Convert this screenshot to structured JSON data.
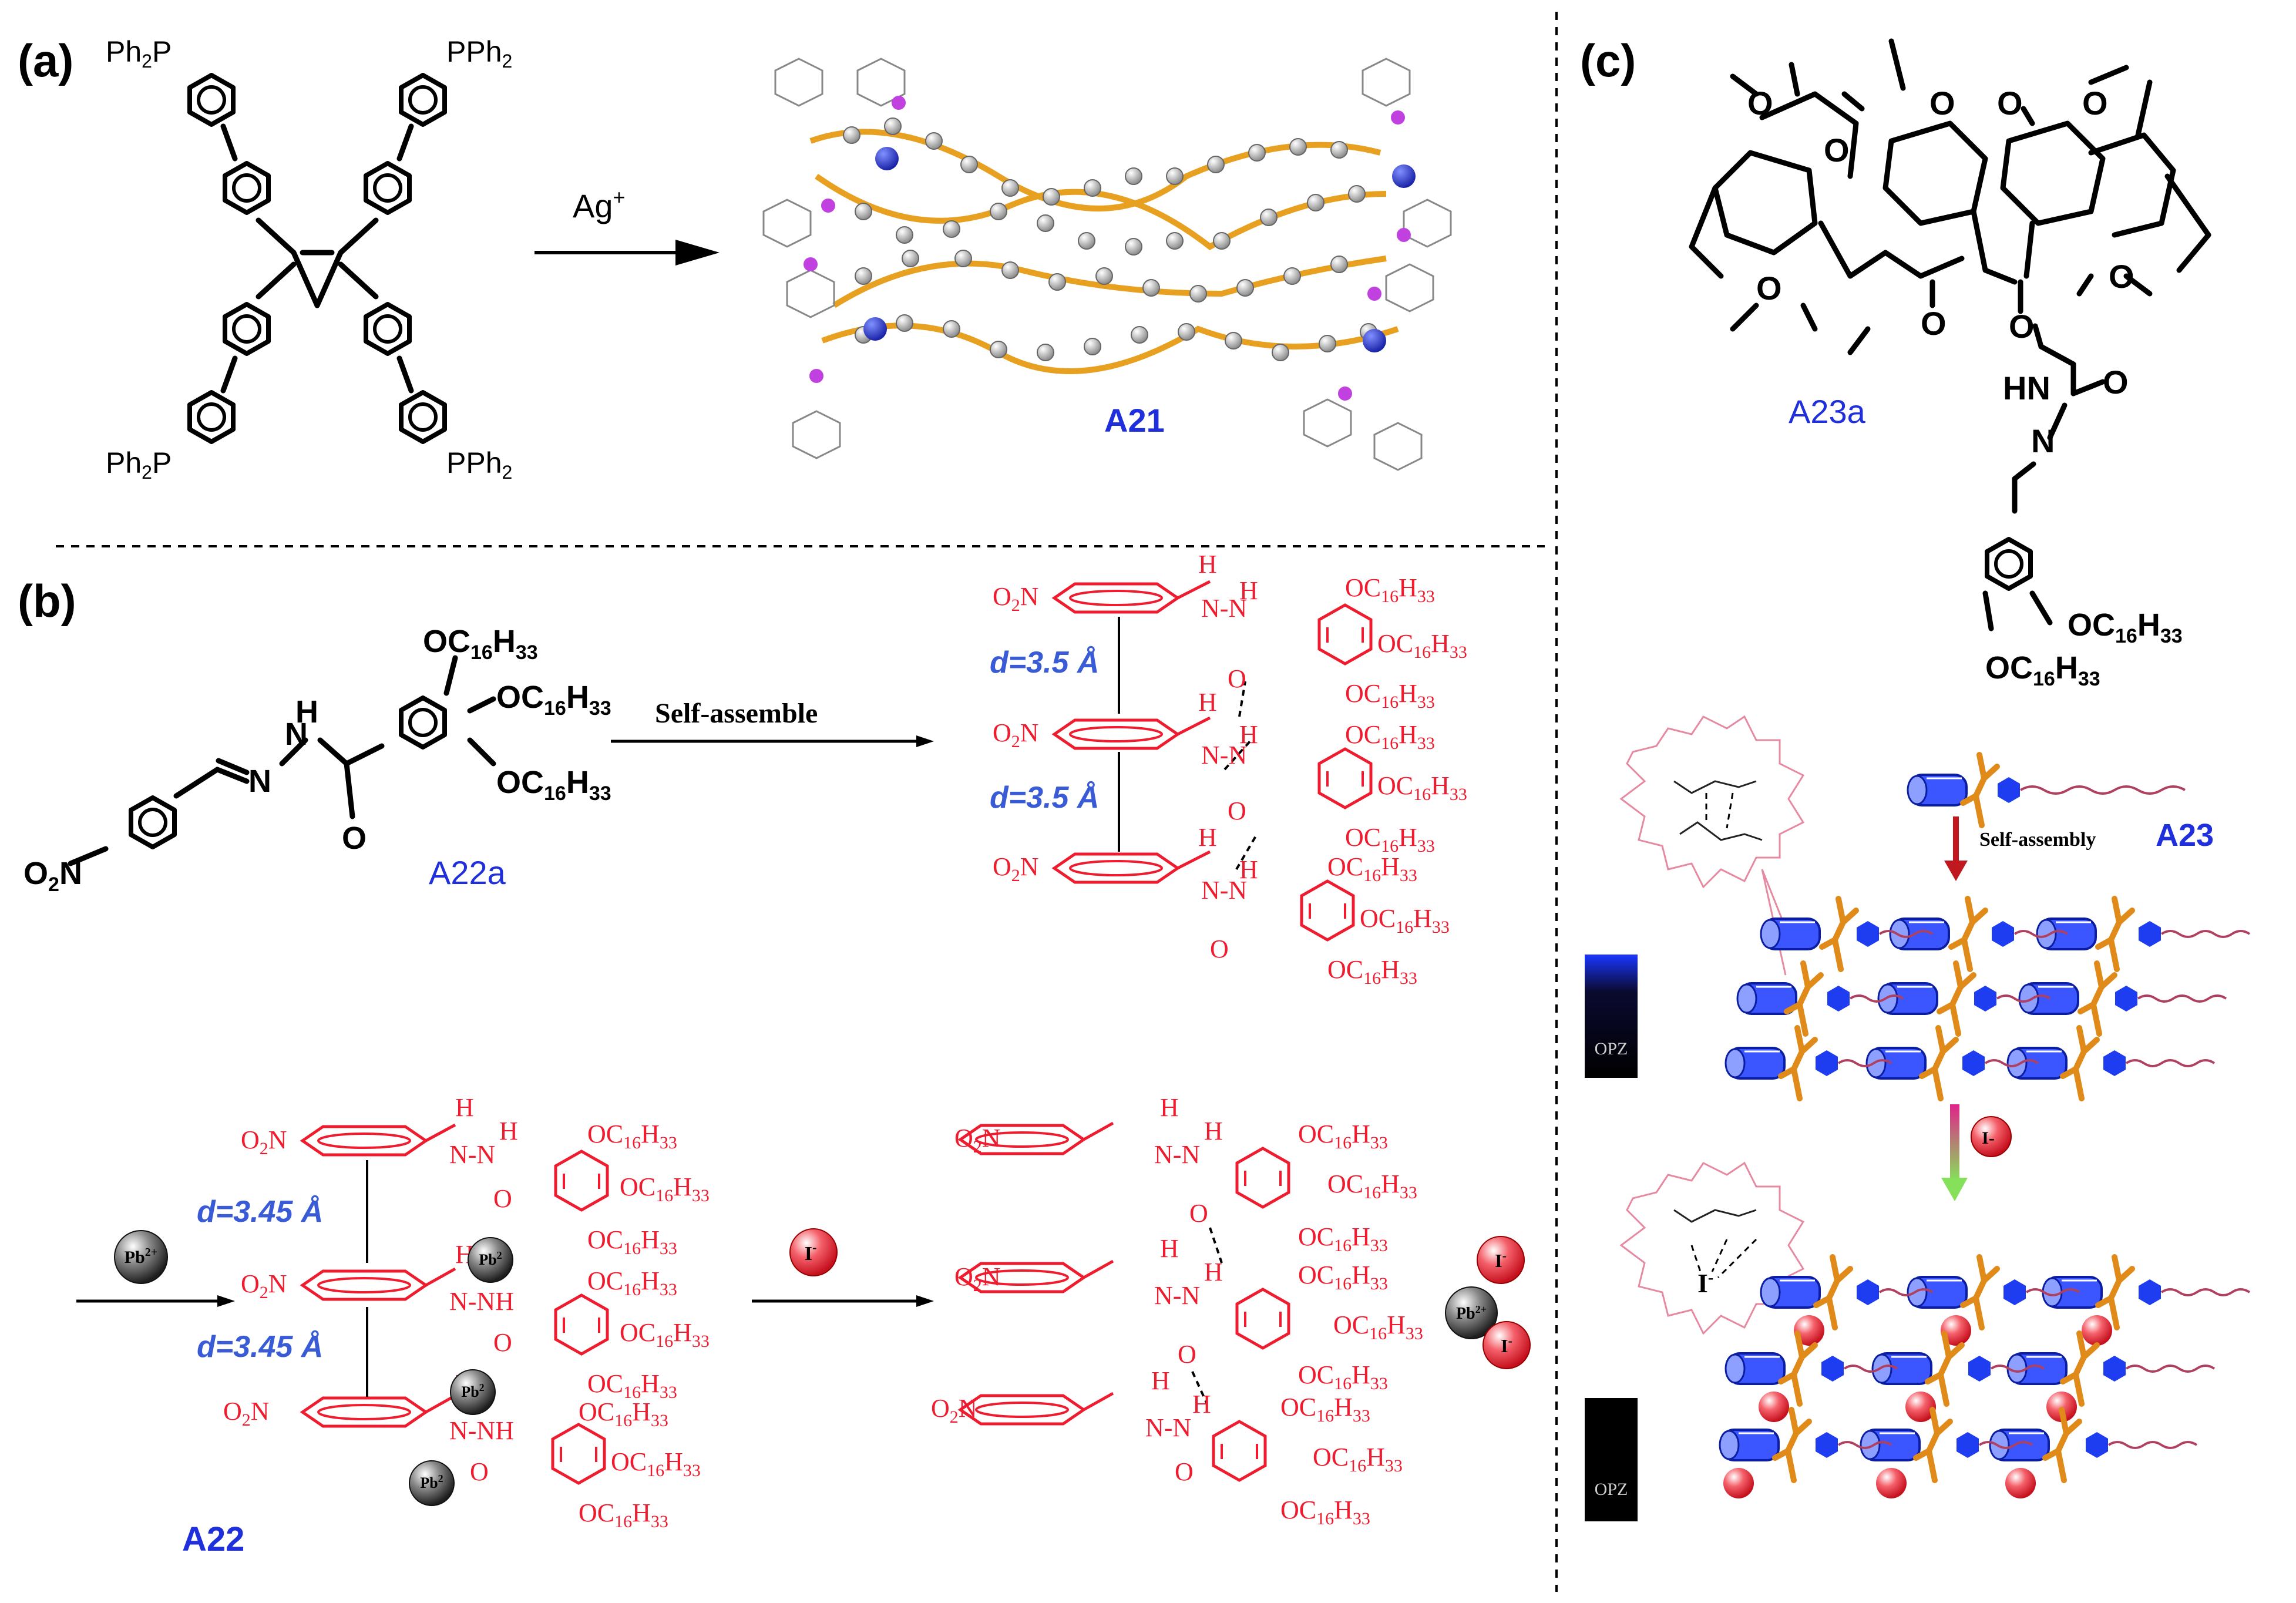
{
  "panels": {
    "a": {
      "label": "(a)",
      "reagent": "Ag",
      "reagent_charge": "+",
      "compound": "A21",
      "substituents": [
        "Ph2P",
        "PPh2",
        "Ph2P",
        "PPh2"
      ]
    },
    "b": {
      "label": "(b)",
      "monomer": "A22a",
      "arrow_text": "Self-assemble",
      "chain": "OC16H33",
      "nitro": "O2N",
      "distance_1": "d=3.5 Å",
      "distance_2": "d=3.45 Å",
      "metal_ion": "Pb2+",
      "anion": "I-",
      "compound": "A22"
    },
    "c": {
      "label": "(c)",
      "monomer": "A23a",
      "compound": "A23",
      "arrow_1": "Self-assembly",
      "anion": "I-",
      "vial_label": "OPZ"
    }
  },
  "colors": {
    "compound_label": "#1f2fdc",
    "assembly": "#ee1c2e",
    "metal_sphere": "#333333",
    "anion_sphere": "#ee1c2e"
  }
}
